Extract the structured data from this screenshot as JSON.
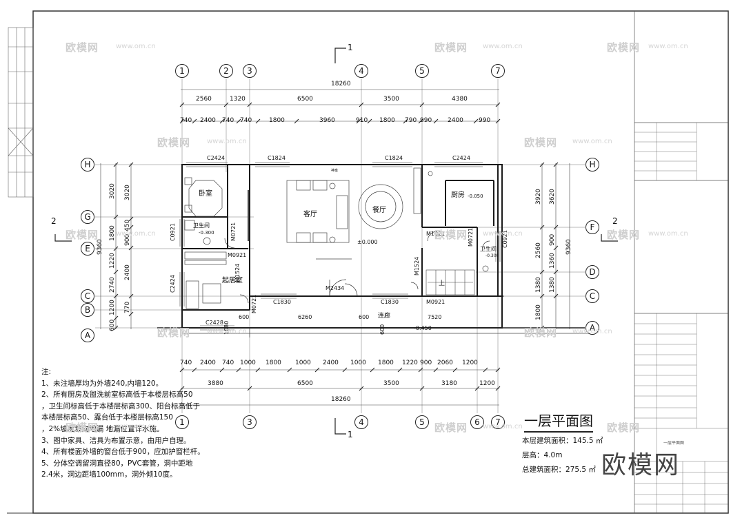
{
  "grid_top": [
    "1",
    "2",
    "3",
    "4",
    "5",
    "7"
  ],
  "grid_bottom": [
    "1",
    "3",
    "4",
    "5",
    "6",
    "7"
  ],
  "grid_left": [
    "H",
    "G",
    "E",
    "C",
    "B",
    "A"
  ],
  "grid_right": [
    "H",
    "F",
    "D",
    "C",
    "A"
  ],
  "section_marks": [
    "1",
    "1",
    "2",
    "2"
  ],
  "dims_top_total": "18260",
  "dims_top_row1": [
    "2560",
    "1320",
    "6500",
    "3500",
    "4380"
  ],
  "dims_top_row2": [
    "740",
    "2400",
    "740",
    "740",
    "1800",
    "3960",
    "910",
    "1800",
    "790",
    "990",
    "2400",
    "990"
  ],
  "dims_bottom_row1": [
    "740",
    "2400",
    "740",
    "1000",
    "1800",
    "1000",
    "2400",
    "1000",
    "1800",
    "1220",
    "900",
    "2060",
    "1200"
  ],
  "dims_bottom_row2": [
    "3880",
    "6500",
    "3500",
    "3180",
    "1200"
  ],
  "dims_bottom_total": "18260",
  "dims_left_outer": "9360",
  "dims_left_mid": [
    "3020",
    "1800",
    "1220",
    "2740",
    "1200",
    "600"
  ],
  "dims_left_inner": [
    "3020",
    "450",
    "900",
    "2400",
    "770"
  ],
  "dims_right_outer": "9360",
  "dims_right_mid": [
    "3920",
    "2560",
    "1380",
    "1800"
  ],
  "dims_right_inner": [
    "3620",
    "900",
    "1360",
    "1380"
  ],
  "rooms": {
    "bedroom": "卧室",
    "bath_left": "卫生间",
    "bath_left_level": "-0.300",
    "living": "客厅",
    "dining": "餐厅",
    "kitchen": "厨房",
    "kitchen_level": "-0.050",
    "bath_right": "卫生间",
    "bath_right_level": "-0.300",
    "study": "起居室",
    "corridor": "连廊",
    "corridor_level": "-0.450",
    "floor_level": "±0.000",
    "stair_up": "上",
    "cabinet": "神龛"
  },
  "openings": [
    "C2424",
    "C1824",
    "C1824",
    "C2424",
    "C0921",
    "M0721",
    "M0921",
    "M1524",
    "C2424",
    "M0721",
    "C1830",
    "M2434",
    "C1830",
    "M0921",
    "M1524",
    "M1021",
    "M0721",
    "C0921",
    "C2428",
    "600",
    "1080",
    "6260",
    "600",
    "7520",
    "600"
  ],
  "notes": [
    "注:",
    "1、未注墙厚均为外墙240,内墙120。",
    "2、所有厨房及盥洗前室标高低于本楼层标高50",
    "，卫生间标高低于本楼层标高300、阳台标高低于",
    "本楼层标高50、露台低于本楼层标高150",
    "，2%坡度坡向地漏 地漏位置详水施。",
    "3、图中家具、洁具为布置示意，由用户自理。",
    "4、所有楼面外墙的窗台低于900，应加护窗栏杆。",
    "5、分体空调留洞直径80，PVC套管，洞中距地",
    "2.4米，洞边距墙100mm，洞外倾10度。"
  ],
  "plan_title": "一层平面图",
  "stats": [
    "本层建筑面积：145.5 ㎡",
    "层高：4.0m",
    "总建筑面积：275.5 ㎡"
  ],
  "watermark": "欧模网",
  "watermark_url": "www.om.cn",
  "brand": "欧模网",
  "title_block_drawing": "一层平面图",
  "colors": {
    "line": "#222222",
    "thin": "#555555",
    "window": "#888888",
    "watermark": "#cfcfcf"
  }
}
